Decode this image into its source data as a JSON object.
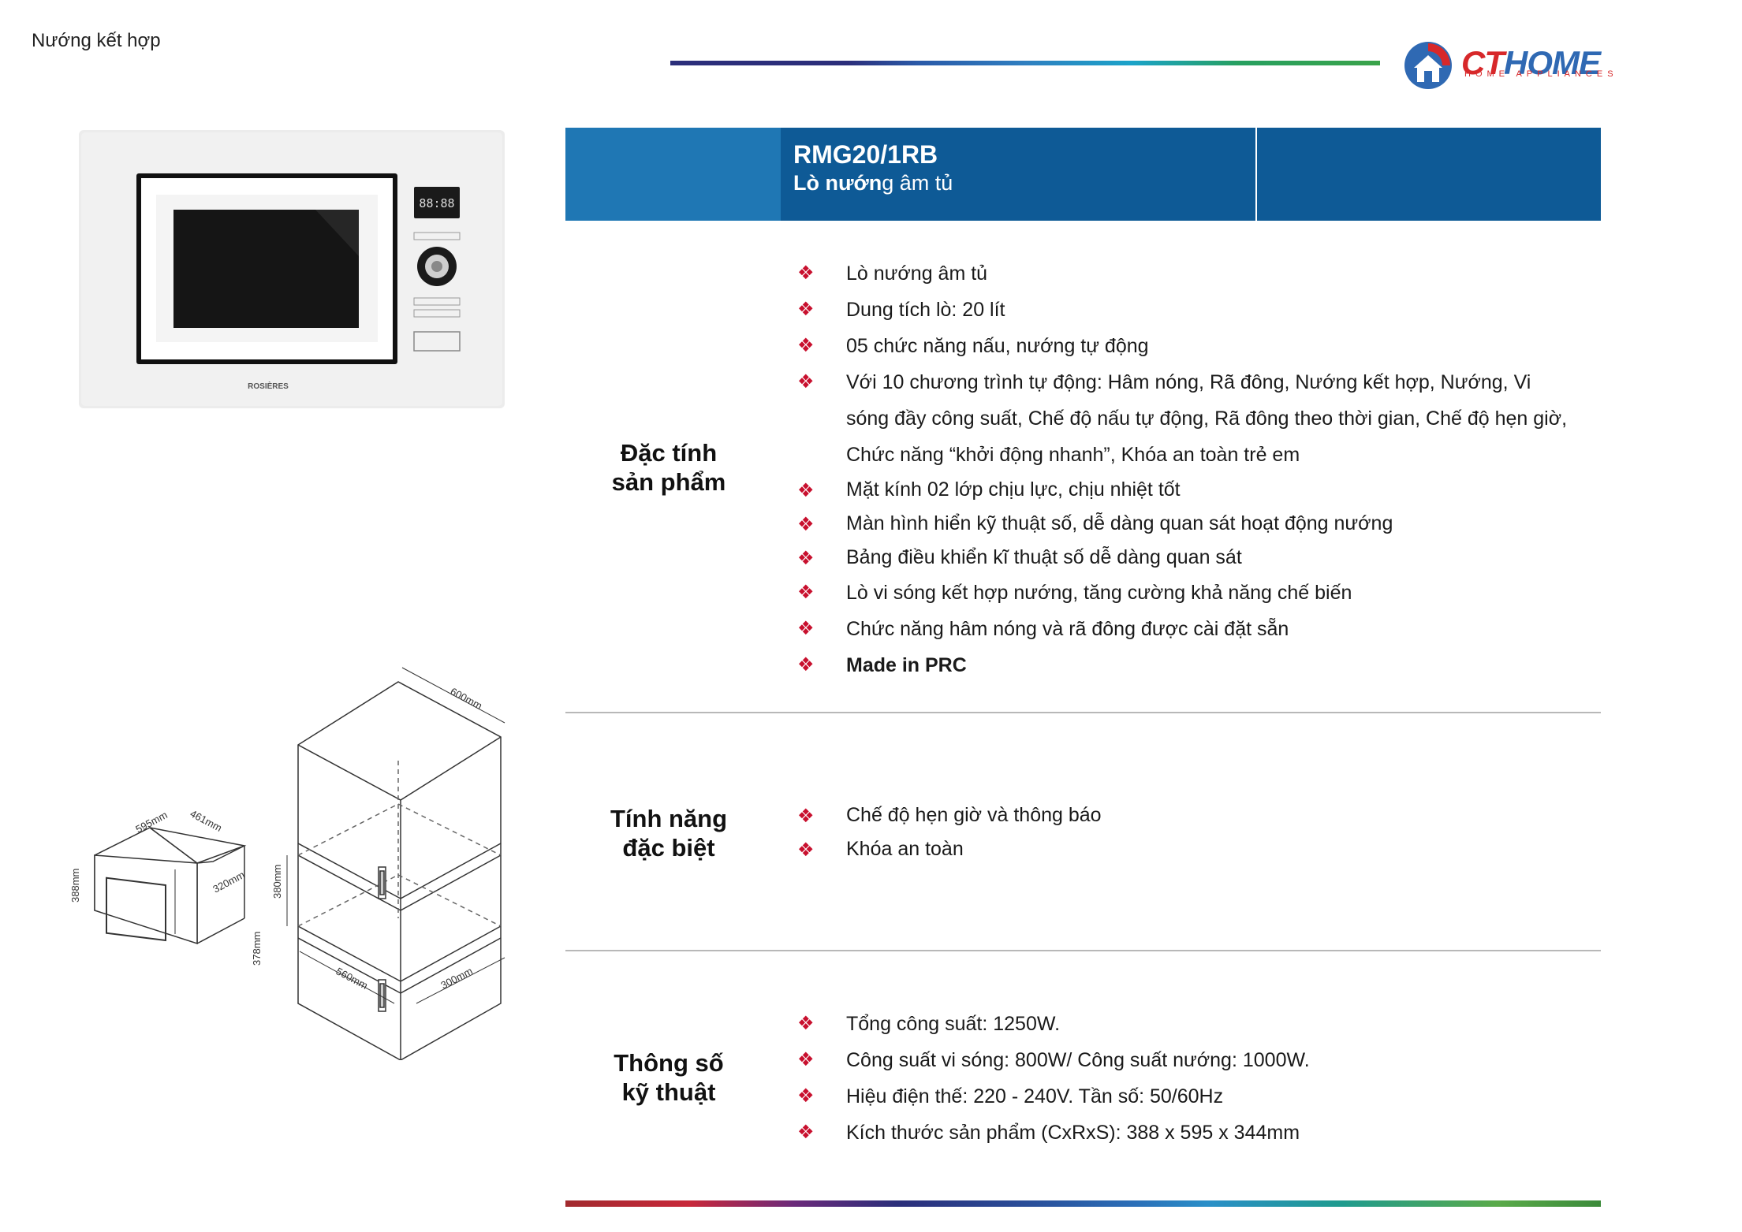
{
  "header": {
    "category": "Nướng kết hợp",
    "logo": {
      "brand_red": "CT",
      "brand_blue": "HOME",
      "tagline": "HOME APPLIANCES"
    },
    "colors": {
      "accent_red": "#c8102e",
      "band_light": "#1f77b4",
      "band_dark": "#0e5a96"
    }
  },
  "product": {
    "model": "RMG20/1RB",
    "type_bold": "Lò nướn",
    "type_rest": "g âm tủ",
    "panel_brand": "ROSIÈRES",
    "display": "88:88"
  },
  "sections": {
    "features": {
      "title_line1": "Đặc tính",
      "title_line2": "sản phẩm",
      "items": [
        "Lò nướng âm tủ",
        "Dung tích lò: 20 lít",
        "05 chức năng nấu, nướng tự động",
        "Với 10 chương trình tự động: Hâm nóng, Rã đông, Nướng kết hợp, Nướng, Vi",
        "sóng đầy công suất, Chế độ nấu tự động, Rã đông theo thời gian, Chế độ hẹn giờ,",
        "Chức năng “khởi động nhanh”, Khóa an toàn trẻ em",
        "Mặt kính 02 lớp chịu lực, chịu nhiệt tốt",
        "Màn hình hiển kỹ thuật số, dễ dàng quan sát hoạt động nướng",
        "Bảng điều khiển kĩ thuật số dễ dàng quan sát",
        "Lò vi sóng kết hợp nướng, tăng cường khả năng chế biến",
        "Chức năng hâm nóng và rã đông được cài đặt sẵn",
        "Made in PRC"
      ]
    },
    "special": {
      "title_line1": "Tính năng",
      "title_line2": "đặc biệt",
      "items": [
        "Chế độ hẹn giờ và thông báo",
        "Khóa an toàn"
      ]
    },
    "specs": {
      "title_line1": "Thông số",
      "title_line2": "kỹ thuật",
      "items": [
        "Tổng công suất: 1250W.",
        "Công suất vi sóng: 800W/ Công suất nướng: 1000W.",
        "Hiệu điện thế: 220 - 240V. Tần số: 50/60Hz",
        "Kích thước sản phẩm (CxRxS): 388 x 595 x 344mm"
      ]
    }
  },
  "drawing_dims": {
    "cab_width": "600mm",
    "cab_height": "380mm",
    "cab_depth1": "560mm",
    "cab_depth2": "300mm",
    "oven_w": "595mm",
    "oven_d": "461mm",
    "oven_h": "388mm",
    "oven_h2": "378mm",
    "oven_d2": "320mm"
  }
}
